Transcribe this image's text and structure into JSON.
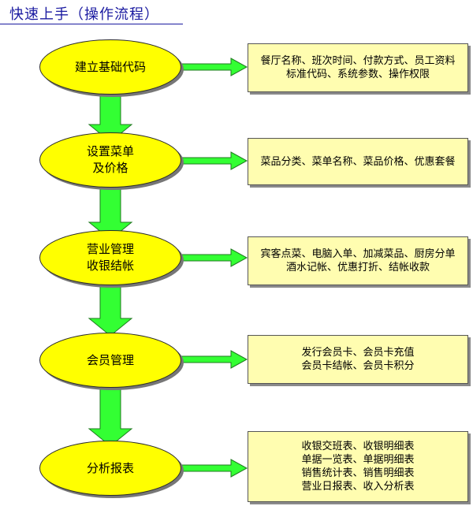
{
  "page": {
    "title": "快速上手（操作流程）"
  },
  "colors": {
    "node_fill": "#ffff00",
    "box_fill": "#fffdb0",
    "arrow": "#33ff33",
    "title": "#1a1aa0"
  },
  "steps": [
    {
      "label": "建立基础代码",
      "details": [
        "餐厅名称、班次时间、付款方式、员工资料",
        "标准代码、系统参数、操作权限"
      ]
    },
    {
      "label": "设置菜单\n及价格",
      "details": [
        "菜品分类、菜单名称、菜品价格、优惠套餐"
      ]
    },
    {
      "label": "营业管理\n收银结帐",
      "details": [
        "宾客点菜、电脑入单、加减菜品、厨房分单",
        "酒水记帐、优惠打折、结帐收款"
      ]
    },
    {
      "label": "会员管理",
      "details": [
        "发行会员卡、会员卡充值",
        "会员卡结帐、会员卡积分"
      ]
    },
    {
      "label": "分析报表",
      "details": [
        "收银交班表、收银明细表",
        "单据一览表、单据明细表",
        "销售统计表、销售明细表",
        "营业日报表、收入分析表"
      ]
    }
  ]
}
